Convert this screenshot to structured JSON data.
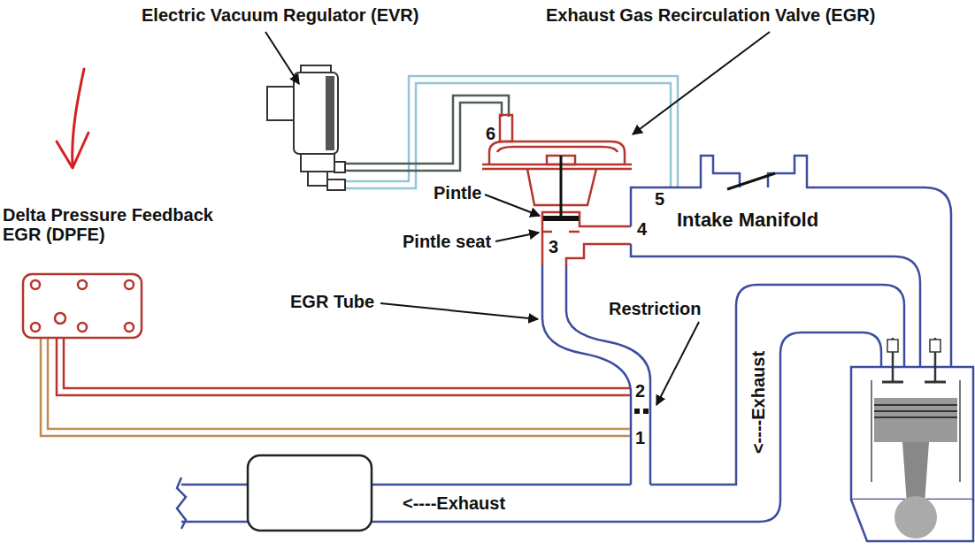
{
  "diagram": {
    "labels": [
      "Electric Vacuum Regulator (EVR)",
      "Exhaust Gas Recirculation Valve (EGR)",
      "6",
      "Pintle",
      "5",
      "Delta Pressure Feedback EGR (DPFE)",
      "Intake Manifold",
      "4",
      "Pintle seat",
      "3",
      "EGR Tube",
      "Restriction",
      "<----Exhaust",
      "2",
      "1",
      "<----Exhaust"
    ]
  }
}
